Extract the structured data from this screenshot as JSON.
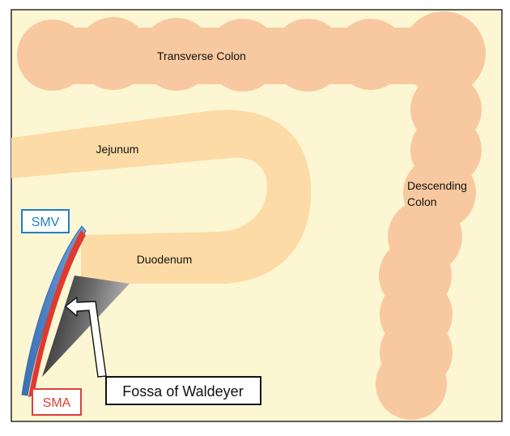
{
  "labels": {
    "transverse_colon": "Transverse Colon",
    "jejunum": "Jejunum",
    "descending_colon_line1": "Descending",
    "descending_colon_line2": "Colon",
    "duodenum": "Duodenum",
    "smv": "SMV",
    "sma": "SMA",
    "fossa": "Fossa of Waldeyer"
  },
  "colors": {
    "background": "#fdf6d3",
    "border": "#2b2b2b",
    "colon": "#f8c9a0",
    "small_bowel": "#fcdba6",
    "smv": "#4a7fc1",
    "sma": "#e03a2f",
    "smv_label_border": "#1f7fc6",
    "sma_label_border": "#e0403a",
    "fossa_shadow": "#555555"
  }
}
